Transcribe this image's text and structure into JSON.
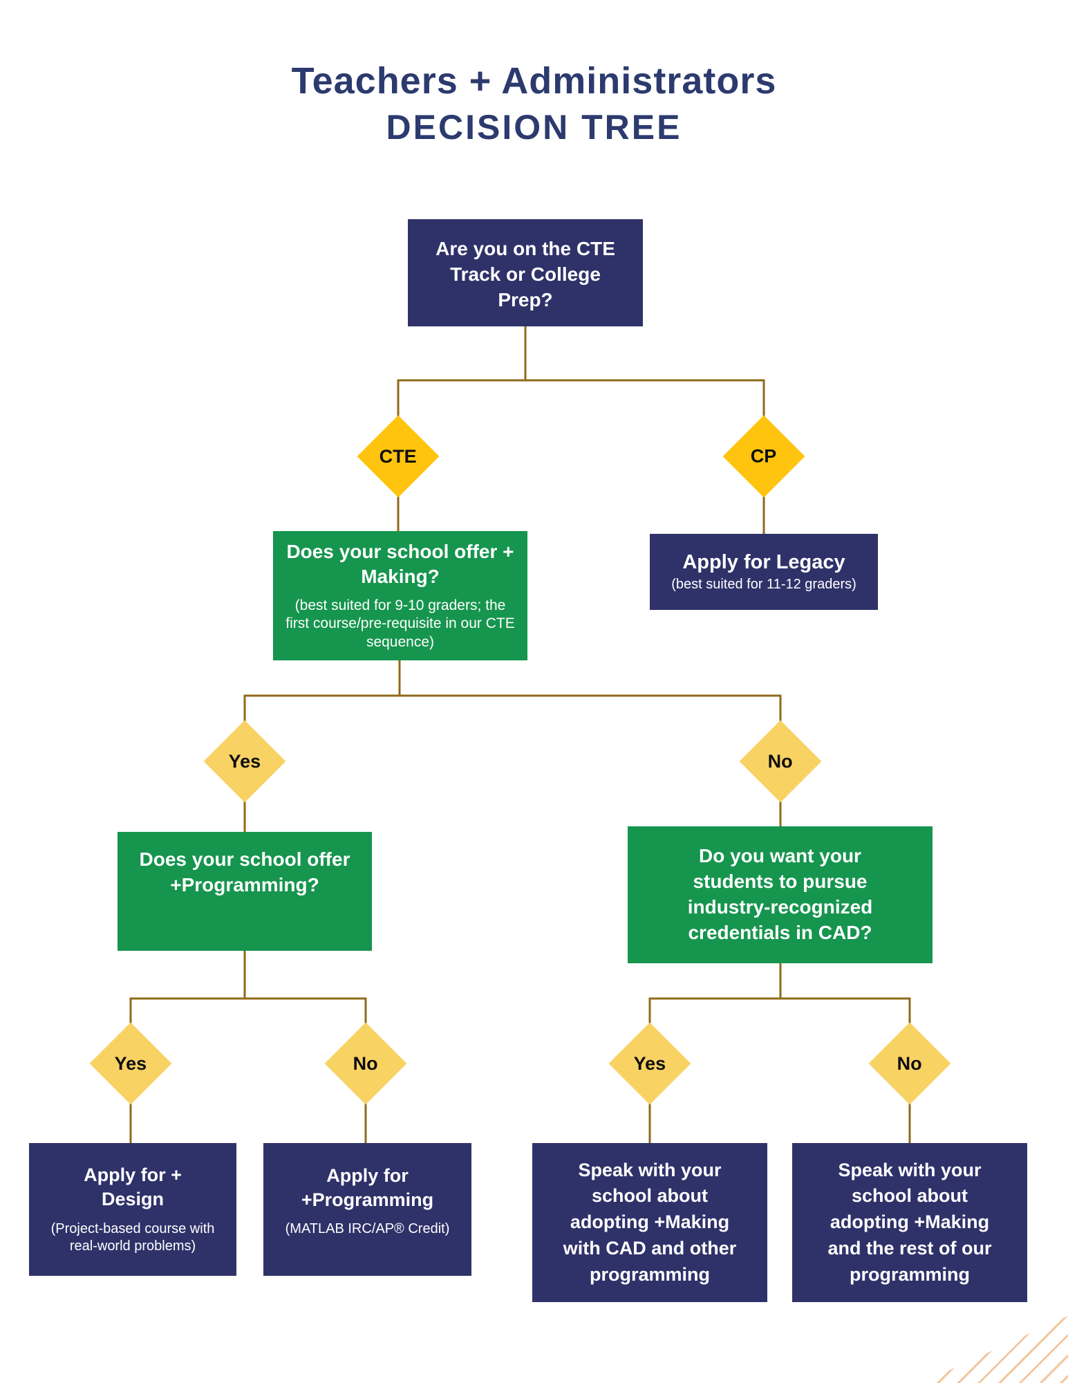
{
  "title": {
    "line1": "Teachers + Administrators",
    "line2": "DECISION TREE"
  },
  "nodes": {
    "root": {
      "text": "Are you on the CTE Track or College Prep?"
    },
    "cte": {
      "label": "CTE"
    },
    "cp": {
      "label": "CP"
    },
    "making": {
      "title": "Does your school offer + Making?",
      "subtitle": "(best suited for 9-10 graders; the first course/pre-requisite in our CTE sequence)"
    },
    "legacy": {
      "title": "Apply for Legacy",
      "subtitle": "(best suited for 11-12 graders)"
    },
    "yes2": {
      "label": "Yes"
    },
    "no2": {
      "label": "No"
    },
    "programming_question": {
      "title": "Does your school offer +Programming?"
    },
    "cad_question": {
      "title": "Do you want your students to pursue industry-recognized credentials in CAD?"
    },
    "yes3_left": {
      "label": "Yes"
    },
    "no3_left": {
      "label": "No"
    },
    "yes3_right": {
      "label": "Yes"
    },
    "no3_right": {
      "label": "No"
    },
    "design": {
      "title": "Apply for + Design",
      "subtitle": "(Project-based course with real-world problems)"
    },
    "programming": {
      "title": "Apply for +Programming",
      "subtitle": "(MATLAB IRC/AP® Credit)"
    },
    "speak_cad": {
      "title": "Speak with your school about adopting +Making with CAD and other programming"
    },
    "speak_rest": {
      "title": "Speak with your school about adopting +Making and the rest of our programming"
    }
  },
  "colors": {
    "navy": "#2f3269",
    "green": "#16954e",
    "gold_diamond": "#ffc40d",
    "pale_diamond": "#f8d263",
    "connector": "#8f6a1a",
    "title_text": "#2c3a6e",
    "stripe": "#f2c79e"
  }
}
